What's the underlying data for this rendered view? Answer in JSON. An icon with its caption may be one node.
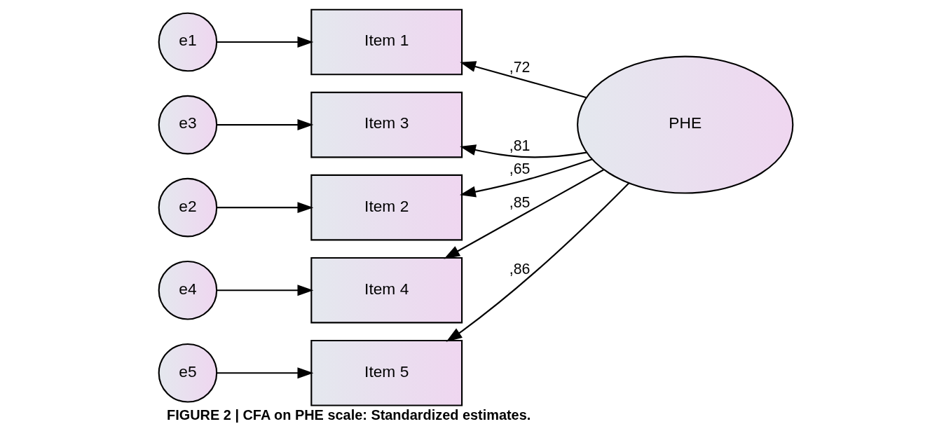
{
  "diagram": {
    "caption": "FIGURE 2 | CFA on PHE scale: Standardized estimates.",
    "nodes": [
      {
        "text": [
          "e1"
        ]
      },
      {
        "text": [
          "e2"
        ]
      },
      {
        "text": [
          "e3"
        ]
      },
      {
        "text": [
          "e4"
        ]
      },
      {
        "text": [
          "e5"
        ]
      },
      {
        "text": [
          "Item 1"
        ]
      },
      {
        "text": [
          "Item 2"
        ]
      },
      {
        "text": [
          "Item 3"
        ]
      },
      {
        "text": [
          "Item 4"
        ]
      },
      {
        "text": [
          "Item 5"
        ]
      },
      {
        "text": [
          "PHE"
        ]
      }
    ],
    "edges": [
      {
        "from": 0,
        "to": 5,
        "arrow": "to"
      },
      {
        "from": 1,
        "to": 6,
        "arrow": "to"
      },
      {
        "from": 2,
        "to": 7,
        "arrow": "to"
      },
      {
        "from": 3,
        "to": 8,
        "arrow": "to"
      },
      {
        "from": 4,
        "to": 9,
        "arrow": "to"
      },
      {
        "from": 10,
        "to": 5,
        "arrow": "to",
        "label": ",72"
      },
      {
        "from": 10,
        "to": 6,
        "arrow": "to",
        "label": ",65"
      },
      {
        "from": 10,
        "to": 7,
        "arrow": "to",
        "label": ",81"
      },
      {
        "from": 10,
        "to": 8,
        "arrow": "to",
        "label": ",85"
      },
      {
        "from": 10,
        "to": 9,
        "arrow": "to",
        "label": ",86"
      }
    ]
  }
}
